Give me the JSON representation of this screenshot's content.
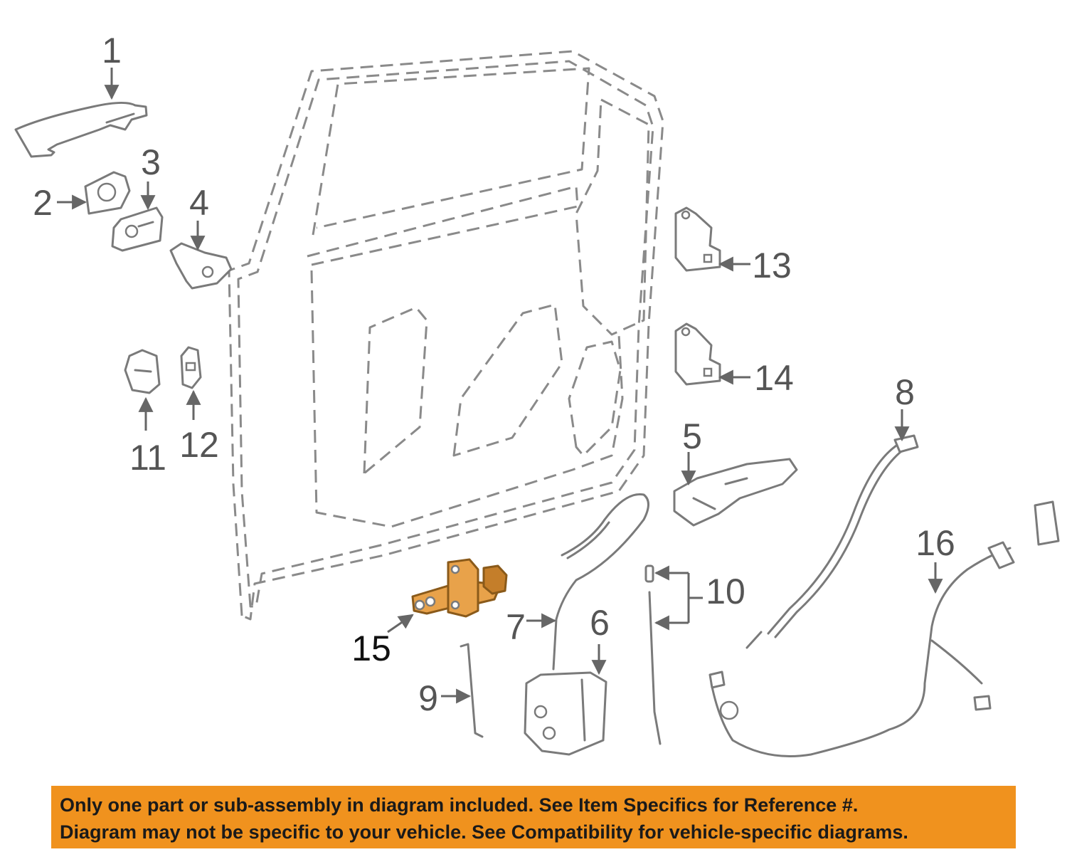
{
  "diagram": {
    "callouts": [
      "1",
      "2",
      "3",
      "4",
      "5",
      "6",
      "7",
      "8",
      "9",
      "10",
      "11",
      "12",
      "13",
      "14",
      "15",
      "16"
    ],
    "highlighted_callout": "15"
  },
  "notice": {
    "line1": "Only one part or sub-assembly in diagram included. See Item Specifics for Reference #.",
    "line2": "Diagram may not be specific to your vehicle. See Compatibility for vehicle-specific diagrams."
  },
  "colors": {
    "banner": "#f0921e",
    "highlight_part": "#e8a24a",
    "line_art": "#7a7a7a"
  }
}
